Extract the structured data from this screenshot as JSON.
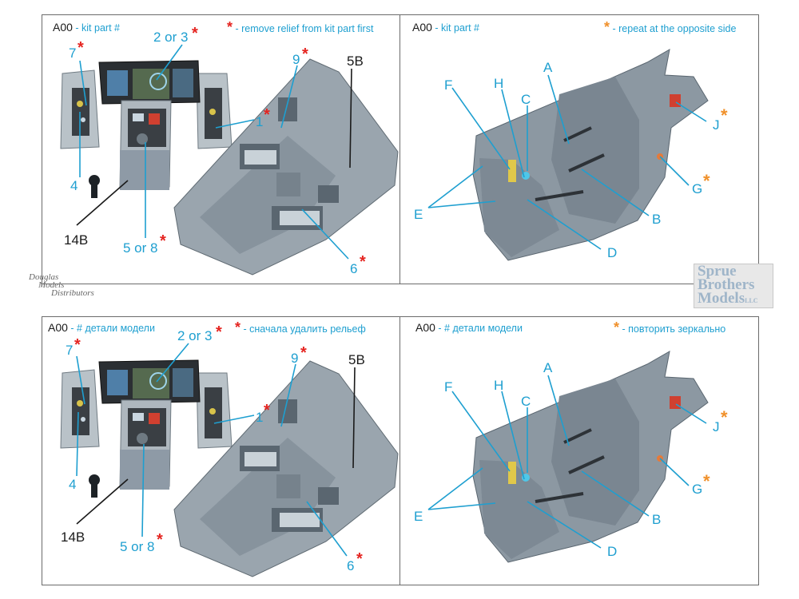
{
  "top": {
    "left_header": {
      "code": "A00",
      "text1": " - kit part #",
      "text2": " - remove relief from kit part first"
    },
    "right_header": {
      "code": "A00",
      "text1": " - kit part #",
      "text2": " - repeat at the opposite side"
    }
  },
  "bottom": {
    "left_header": {
      "code": "A00",
      "text1": " - # детали модели",
      "text2": " - сначала удалить рельеф"
    },
    "right_header": {
      "code": "A00",
      "text1": " - # детали модели",
      "text2": " - повторить зеркально"
    }
  },
  "star": "*",
  "cockpit_labels": {
    "p2or3": "2 or 3",
    "p7": "7",
    "p9": "9",
    "p5B": "5B",
    "p1": "1",
    "p4": "4",
    "p14B": "14B",
    "p5or8": "5 or 8",
    "p6": "6"
  },
  "seat_labels": {
    "A": "A",
    "F": "F",
    "H": "H",
    "C": "C",
    "J": "J",
    "G": "G",
    "E": "E",
    "B": "B",
    "D": "D"
  },
  "logos": {
    "douglas": [
      "Douglas",
      "Models",
      "Distributors"
    ],
    "sprue": [
      "Sprue",
      "Brothers",
      "Models"
    ],
    "sprue_suffix": "LLC"
  },
  "colors": {
    "label_cyan": "#1e9fd0",
    "asterisk_red": "#e52420",
    "asterisk_orange": "#f0902a",
    "resin_gray": "#8e9aa6"
  }
}
